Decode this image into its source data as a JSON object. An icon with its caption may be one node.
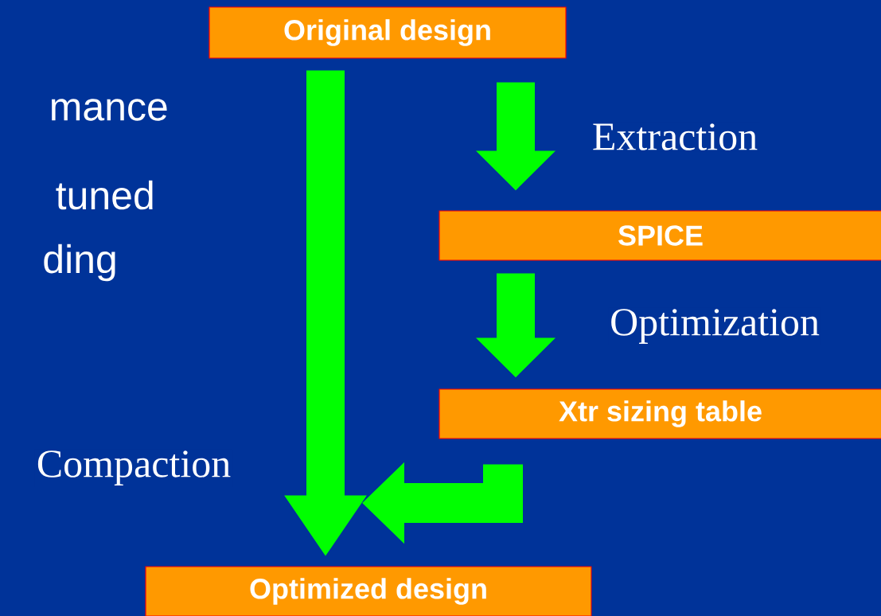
{
  "diagram": {
    "nodes": [
      {
        "text": [
          "Original design"
        ]
      },
      {
        "text": [
          "SPICE"
        ]
      },
      {
        "text": [
          "Xtr sizing table"
        ]
      },
      {
        "text": [
          "Optimized design"
        ]
      }
    ],
    "edges": [
      {
        "from": 0,
        "to": 3,
        "arrow": "to",
        "label": "Compaction"
      },
      {
        "from": 0,
        "to": 1,
        "arrow": "to",
        "label": "Extraction"
      },
      {
        "from": 1,
        "to": 2,
        "arrow": "to",
        "label": "Optimization"
      },
      {
        "from": 2,
        "to": 3,
        "arrow": "to"
      }
    ],
    "labels": [
      "mance",
      "tuned",
      "ding"
    ]
  }
}
